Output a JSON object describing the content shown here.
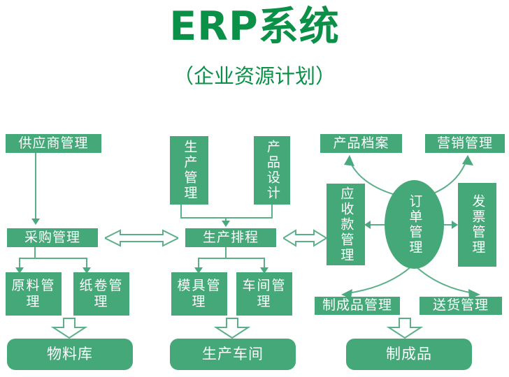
{
  "header": {
    "title": "ERP系统",
    "subtitle": "（企业资源计划）",
    "title_color": "#0b9048"
  },
  "theme": {
    "node_fill": "#45a878",
    "node_text": "#ffffff",
    "line_color": "#5bb089",
    "arrow_outline": "#5bb089",
    "background": "#ffffff"
  },
  "nodes": {
    "supplier_management": "供应商管理",
    "purchasing_management": "采购管理",
    "raw_material_management": "原料管理",
    "paper_roll_management": "纸卷管理",
    "material_warehouse": "物料库",
    "production_management": "生产管理",
    "product_design": "产品设计",
    "production_scheduling": "生产排程",
    "mold_management": "模具管理",
    "workshop_management": "车间管理",
    "production_workshop": "生产车间",
    "product_archive": "产品档案",
    "marketing_management": "营销管理",
    "receivables_management": "应收款管理",
    "order_management": "订单管理",
    "invoice_management": "发票管理",
    "finished_goods_management": "制成品管理",
    "delivery_management": "送货管理",
    "finished_products": "制成品"
  },
  "connectors": {
    "purchasing_to_scheduling": "double-headed-arrow",
    "scheduling_to_order": "double-headed-arrow",
    "material_warehouse_inflow": "down-block-arrow",
    "production_workshop_inflow": "down-block-arrow",
    "finished_products_inflow": "down-block-arrow"
  }
}
